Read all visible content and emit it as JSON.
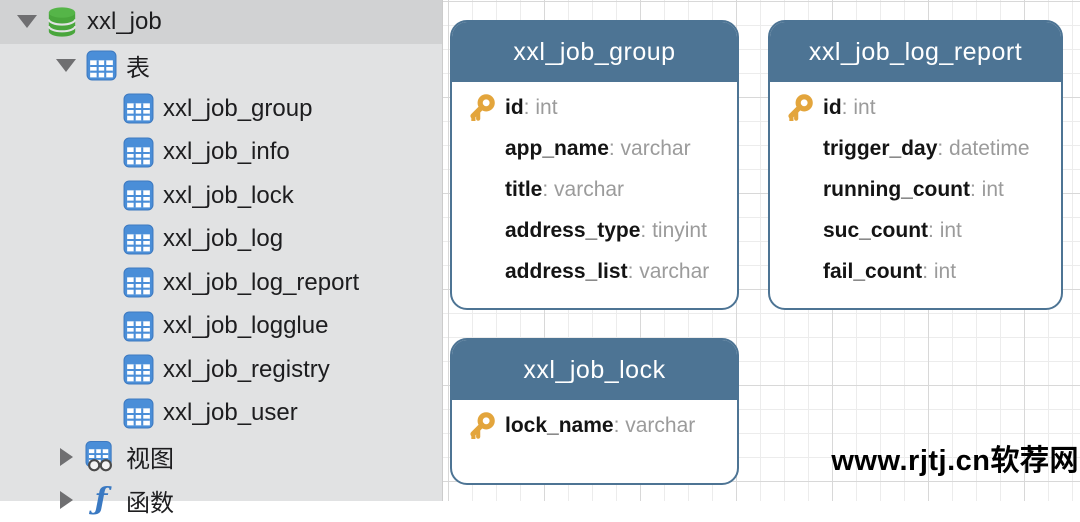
{
  "sidebar": {
    "items": [
      {
        "label": "xxl_job",
        "icon": "database",
        "level": 0,
        "state": "expanded",
        "selected": true
      },
      {
        "label": "表",
        "icon": "tables-folder",
        "level": 1,
        "state": "expanded"
      },
      {
        "label": "xxl_job_group",
        "icon": "table",
        "level": 2
      },
      {
        "label": "xxl_job_info",
        "icon": "table",
        "level": 2
      },
      {
        "label": "xxl_job_lock",
        "icon": "table",
        "level": 2
      },
      {
        "label": "xxl_job_log",
        "icon": "table",
        "level": 2
      },
      {
        "label": "xxl_job_log_report",
        "icon": "table",
        "level": 2
      },
      {
        "label": "xxl_job_logglue",
        "icon": "table",
        "level": 2
      },
      {
        "label": "xxl_job_registry",
        "icon": "table",
        "level": 2
      },
      {
        "label": "xxl_job_user",
        "icon": "table",
        "level": 2
      },
      {
        "label": "视图",
        "icon": "views",
        "level": 1,
        "state": "collapsed"
      },
      {
        "label": "函数",
        "icon": "functions",
        "level": 1,
        "state": "collapsed"
      }
    ]
  },
  "diagram": {
    "tables": [
      {
        "name": "xxl_job_group",
        "fields": [
          {
            "name": "id",
            "type": "int",
            "primary_key": true
          },
          {
            "name": "app_name",
            "type": "varchar"
          },
          {
            "name": "title",
            "type": "varchar"
          },
          {
            "name": "address_type",
            "type": "tinyint"
          },
          {
            "name": "address_list",
            "type": "varchar"
          }
        ]
      },
      {
        "name": "xxl_job_log_report",
        "fields": [
          {
            "name": "id",
            "type": "int",
            "primary_key": true
          },
          {
            "name": "trigger_day",
            "type": "datetime"
          },
          {
            "name": "running_count",
            "type": "int"
          },
          {
            "name": "suc_count",
            "type": "int"
          },
          {
            "name": "fail_count",
            "type": "int"
          }
        ]
      },
      {
        "name": "xxl_job_lock",
        "fields": [
          {
            "name": "lock_name",
            "type": "varchar",
            "primary_key": true
          }
        ]
      }
    ]
  },
  "watermark": {
    "text": "www.rjtj.cn软荐网"
  },
  "colors": {
    "card_header": "#4d7494",
    "sidebar_bg": "#e1e2e3",
    "sidebar_selected_bg": "#d1d2d3",
    "table_icon_blue": "#4a8ed8",
    "database_icon_green": "#49a63c",
    "key_icon_gold": "#e3a53c",
    "field_type_gray": "#9b9b9b"
  }
}
